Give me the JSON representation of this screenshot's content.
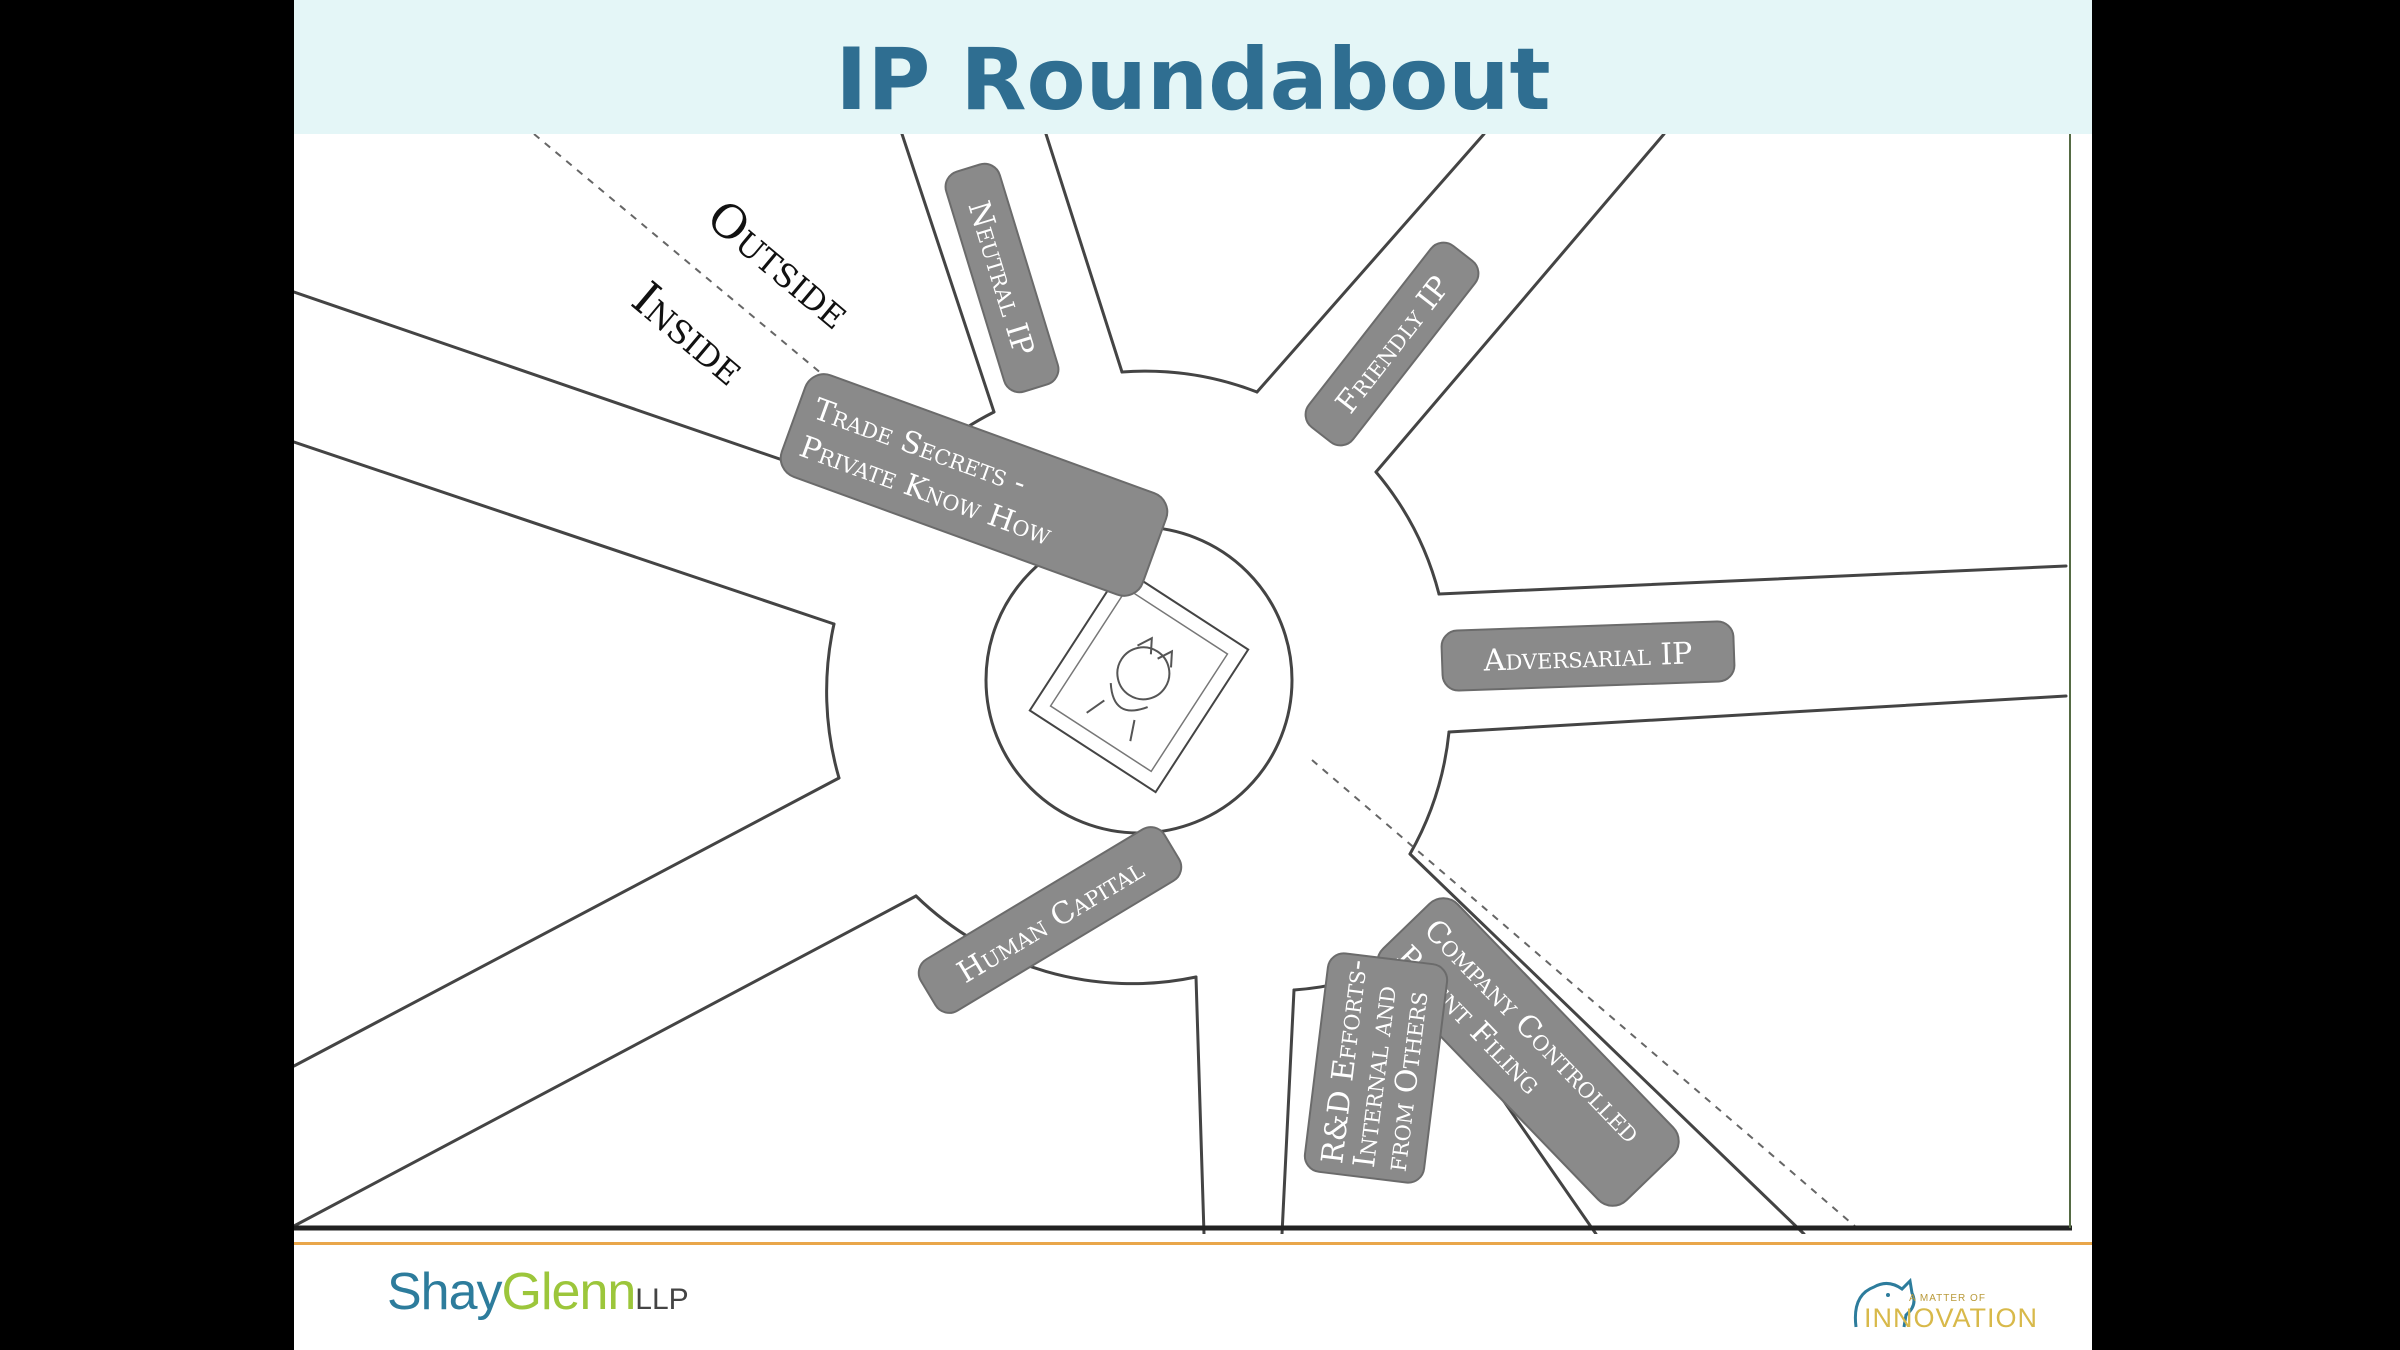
{
  "title": "IP Roundabout",
  "zones": {
    "outside": "Outside",
    "inside": "Inside"
  },
  "exits": {
    "neutral": "Neutral IP",
    "friendly": "Friendly IP",
    "adversarial": "Adversarial IP",
    "company_line1": "Company Controlled",
    "company_line2": "Patent Filing",
    "rd_line1": "R&D Efforts-",
    "rd_line2": "Internal and",
    "rd_line3": "from Others",
    "human": "Human Capital",
    "trade_line1": "Trade Secrets -",
    "trade_line2": "Private Know How"
  },
  "footer": {
    "logo_part1": "Shay",
    "logo_part2": "Glenn",
    "logo_part3": "LLP",
    "tagline_small": "A MATTER OF",
    "tagline_big": "INNOVATION"
  },
  "colors": {
    "title": "#2f6e91",
    "title_bar": "#e4f6f7",
    "sign_fill": "#8a8a8a",
    "logo_blue": "#2d7c9c",
    "logo_green": "#9cc63b",
    "footer_rule": "#e9a64a"
  }
}
